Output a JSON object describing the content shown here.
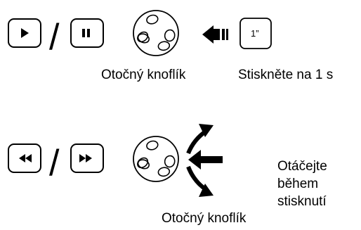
{
  "top_row": {
    "play_icon": "play-icon",
    "pause_icon": "pause-icon",
    "separator": "/",
    "press_key_label": "1”",
    "knob_label": "Otočný knoflík",
    "press_label": "Stiskněte na 1 s"
  },
  "bottom_row": {
    "rewind_icon": "rewind-icon",
    "fast_forward_icon": "fast-forward-icon",
    "separator": "/",
    "knob_label": "Otočný knoflík",
    "rotate_lines": [
      "Otáčejte",
      "během",
      "stisknutí"
    ]
  },
  "colors": {
    "ink": "#000000",
    "background": "#ffffff"
  }
}
